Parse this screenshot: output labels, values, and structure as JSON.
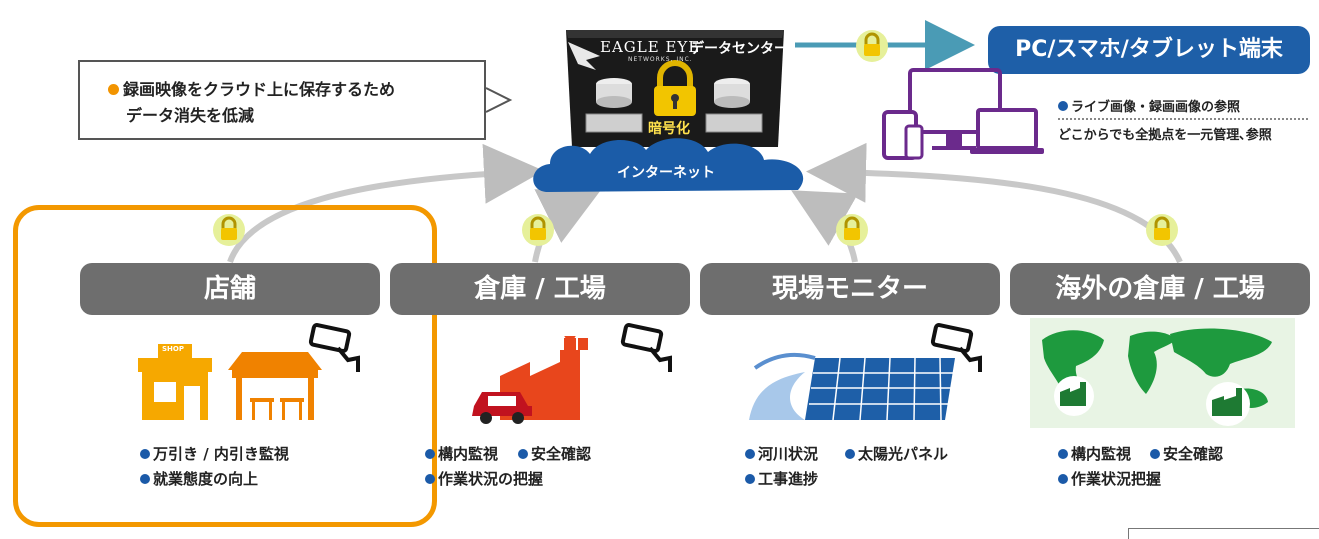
{
  "callout": {
    "line1": "録画映像をクラウド上に保存するため",
    "line2": "データ消失を低減"
  },
  "datacenter": {
    "brand": "EAGLE EYE",
    "brand_sub": "NETWORKS, INC.",
    "label": "データセンター",
    "encryption": "暗号化"
  },
  "cloud": {
    "label": "インターネット"
  },
  "devices": {
    "title": "PC/スマホ/タブレット端末",
    "line1": "ライブ画像・録画画像の参照",
    "line2": "どこからでも全拠点を一元管理､参照"
  },
  "categories": [
    {
      "title": "店舗",
      "features": [
        "万引き / 内引き監視",
        "就業態度の向上"
      ]
    },
    {
      "title": "倉庫 / 工場",
      "features": [
        "構内監視",
        "安全確認",
        "作業状況の把握"
      ]
    },
    {
      "title": "現場モニター",
      "features": [
        "河川状況",
        "太陽光パネル",
        "工事進捗"
      ]
    },
    {
      "title": "海外の倉庫 / 工場",
      "features": [
        "構内監視",
        "安全確認",
        "作業状況把握"
      ]
    }
  ],
  "shop_sign": "SHOP",
  "colors": {
    "accent_orange": "#f39800",
    "blue": "#1e5fa8",
    "cloud_blue": "#1b5ca8",
    "gray": "#6e6e6e",
    "purple": "#6b2a8c"
  }
}
